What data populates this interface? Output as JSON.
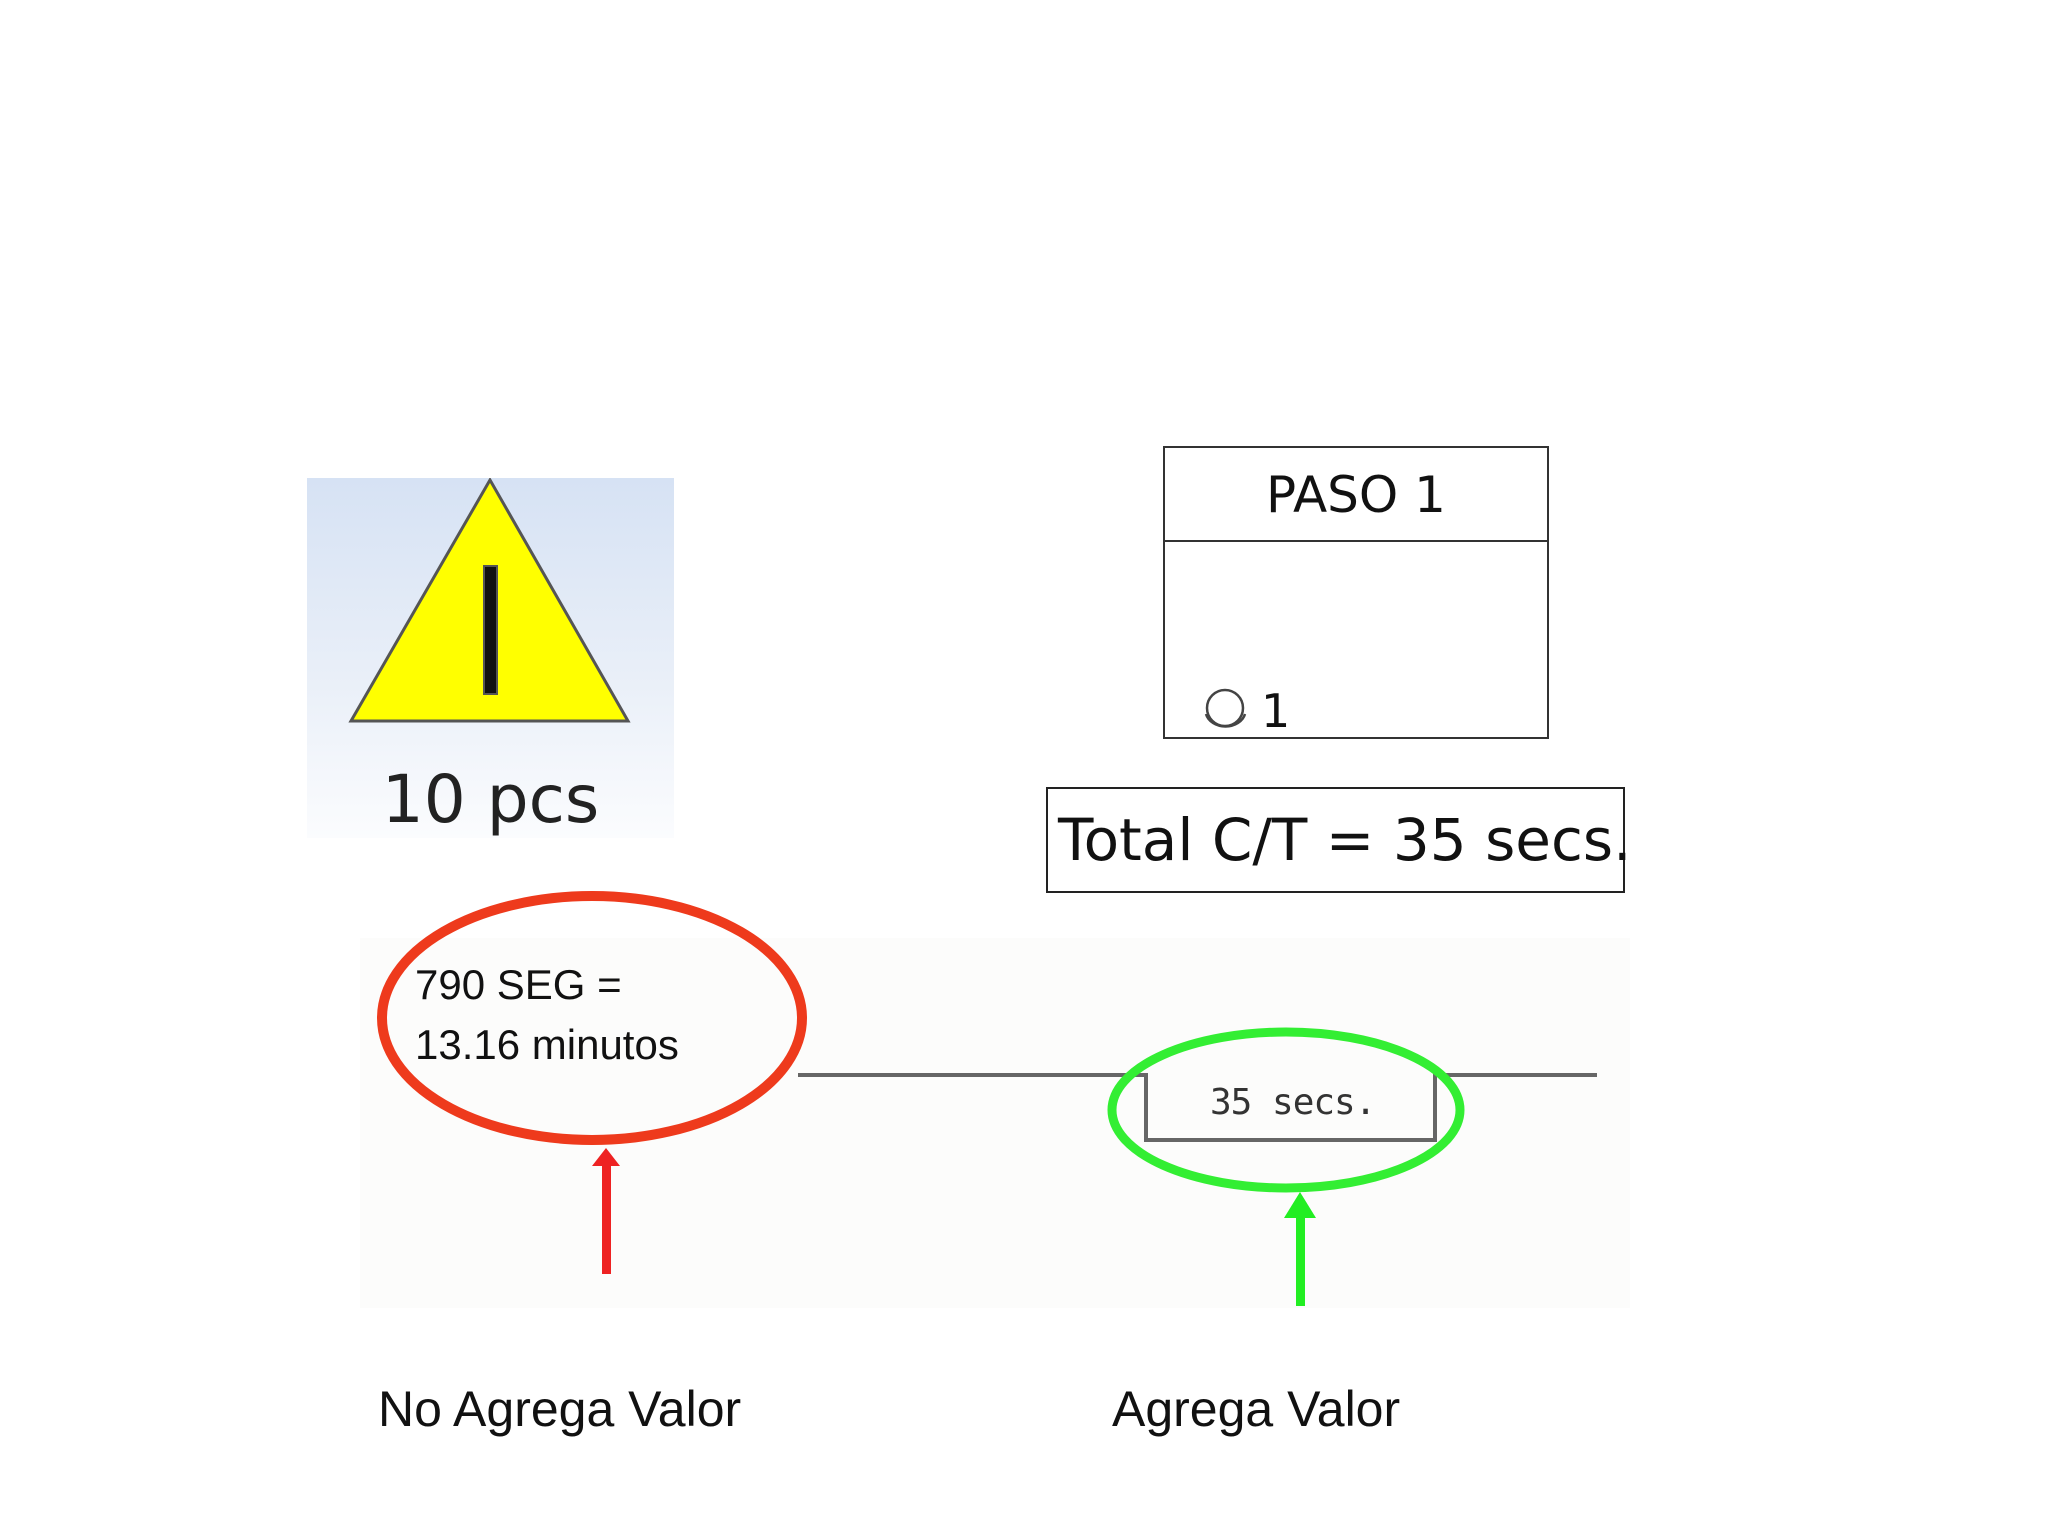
{
  "inventory": {
    "quantity": "10 pcs",
    "icon": "inventory-triangle-icon",
    "fill_color": "#ffff00"
  },
  "process": {
    "title": "PASO 1",
    "operators": "1",
    "operator_icon": "operator-icon"
  },
  "cycle_time": {
    "label": "Total C/T = 35 secs."
  },
  "timeline": {
    "non_value_added_line1": "790 SEG =",
    "non_value_added_line2": "13.16 minutos",
    "value_added_time": "35 secs.",
    "highlight_red": "#ee3a1c",
    "highlight_green": "#33ee33",
    "arrow_red": "#ee2222",
    "arrow_green": "#22ee22"
  },
  "labels": {
    "non_value_added": "No Agrega Valor",
    "value_added": "Agrega Valor"
  }
}
